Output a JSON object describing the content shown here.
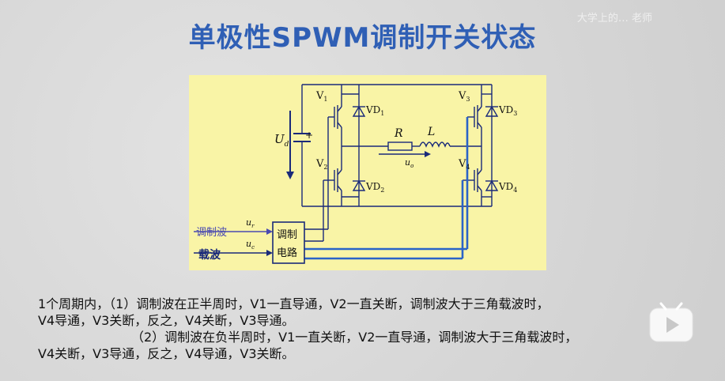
{
  "title": "单极性SPWM调制开关状态",
  "watermark": "大学上的… 老师",
  "diagram": {
    "labels": {
      "V1": "V",
      "V1_sub": "1",
      "V2": "V",
      "V2_sub": "2",
      "V3": "V",
      "V3_sub": "3",
      "V4": "V",
      "V4_sub": "4",
      "VD1": "VD",
      "VD1_sub": "1",
      "VD2": "VD",
      "VD2_sub": "2",
      "VD3": "VD",
      "VD3_sub": "3",
      "VD4": "VD",
      "VD4_sub": "4",
      "R": "R",
      "L": "L",
      "Ud": "U",
      "Ud_sub": "d",
      "uo": "u",
      "uo_sub": "o",
      "plus": "+",
      "ur": "u",
      "ur_sub": "r",
      "uc": "u",
      "uc_sub": "c",
      "modulating_wave": "调制波",
      "carrier_wave": "载波",
      "circuit_line1": "调制",
      "circuit_line2": "电路"
    },
    "colors": {
      "background": "#f9f4a6",
      "wire": "#1a2a7a",
      "highlight": "#2a63c8",
      "modulating_label": "#4a4ab0"
    }
  },
  "description": {
    "line1": "1个周期内，（1）调制波在正半周时，V1一直导通，V2一直关断，调制波大于三角载波时，",
    "line2": "V4导通，V3关断，反之，V4关断，V3导通。",
    "line3": "（2）调制波在负半周时，V1一直关断，V2一直导通，调制波大于三角载波时，",
    "line4": "V4关断，V3导通，反之，V4导通，V3关断。"
  }
}
